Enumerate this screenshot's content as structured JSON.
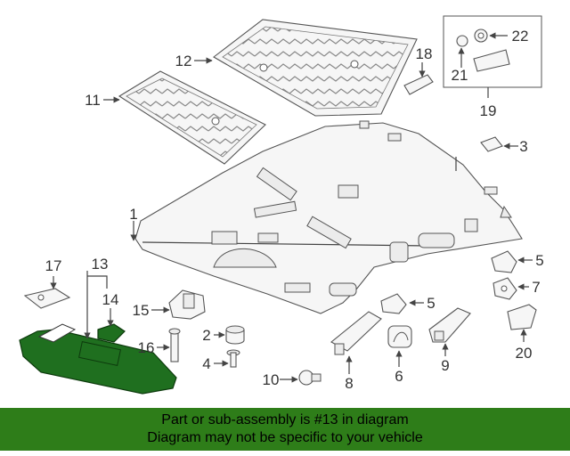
{
  "callouts": [
    "1",
    "2",
    "3",
    "4",
    "5",
    "5",
    "6",
    "7",
    "8",
    "9",
    "10",
    "11",
    "12",
    "13",
    "14",
    "15",
    "16",
    "17",
    "18",
    "19",
    "20",
    "21",
    "22"
  ],
  "colors": {
    "highlight": "#1f6f1f",
    "banner": "#2e7d19",
    "line": "#444444"
  },
  "banner": {
    "line1": "Part or sub-assembly is #13 in diagram",
    "line2": "Diagram may not be specific to your vehicle"
  }
}
